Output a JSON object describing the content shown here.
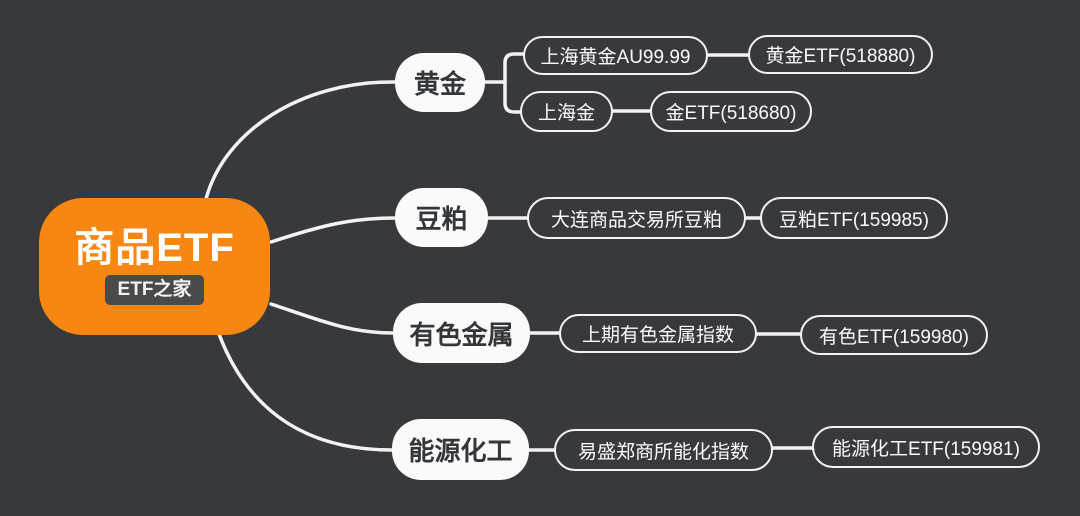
{
  "colors": {
    "background": "#37393C",
    "accent_orange": "#F78612",
    "node_fill": "#FAFAFA",
    "connector_line": "#F2F2F2",
    "badge_background": "#4A4A4C",
    "branch_text": "#33363A"
  },
  "root": {
    "title": "商品ETF",
    "badge": "ETF之家"
  },
  "branches": [
    {
      "label": "黄金",
      "children": [
        {
          "label": "上海黄金AU99.99",
          "etf": "黄金ETF(518880)"
        },
        {
          "label": "上海金",
          "etf": "金ETF(518680)"
        }
      ]
    },
    {
      "label": "豆粕",
      "children": [
        {
          "label": "大连商品交易所豆粕",
          "etf": "豆粕ETF(159985)"
        }
      ]
    },
    {
      "label": "有色金属",
      "children": [
        {
          "label": "上期有色金属指数",
          "etf": "有色ETF(159980)"
        }
      ]
    },
    {
      "label": "能源化工",
      "children": [
        {
          "label": "易盛郑商所能化指数",
          "etf": "能源化工ETF(159981)"
        }
      ]
    }
  ]
}
